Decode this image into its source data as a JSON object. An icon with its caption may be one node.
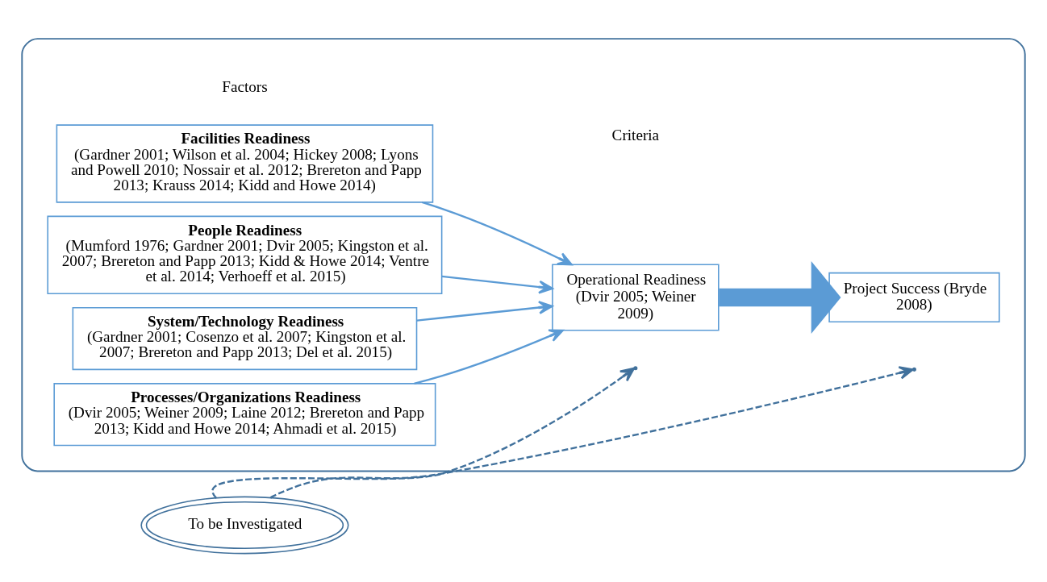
{
  "diagram": {
    "nodes": [
      {
        "text": [],
        "shape": "box"
      },
      {
        "text": [
          "Facilities Readiness",
          "(Gardner 2001; Wilson et al. 2004; Hickey 2008; Lyons and Powell 2010; Nossair et al. 2012; Brereton and Papp 2013; Krauss 2014; Kidd and Howe 2014)"
        ],
        "in": 0
      },
      {
        "text": [
          "People Readiness",
          "(Mumford 1976; Gardner 2001; Dvir 2005; Kingston et al. 2007; Brereton and Papp 2013; Kidd & Howe 2014; Ventre et al. 2014; Verhoeff et al. 2015)"
        ],
        "in": 0
      },
      {
        "text": [
          "System/Technology Readiness",
          "(Gardner 2001; Cosenzo et al. 2007; Kingston et al. 2007; Brereton and Papp 2013; Del et al. 2015)"
        ],
        "in": 0
      },
      {
        "text": [
          "Processes/Organizations Readiness",
          "(Dvir 2005; Weiner 2009; Laine 2012; Brereton and Papp 2013; Kidd and Howe 2014; Ahmadi et al. 2015)"
        ],
        "in": 0
      },
      {
        "text": [
          "Operational Readiness (Dvir 2005; Weiner 2009)"
        ],
        "in": 0
      },
      {
        "text": [
          "Project Success (Bryde 2008)"
        ],
        "in": 0
      },
      {
        "text": [
          "To be Investigated"
        ]
      }
    ],
    "edges": [
      {
        "from": 1,
        "to": 5,
        "arrow": "to"
      },
      {
        "from": 2,
        "to": 5,
        "arrow": "to"
      },
      {
        "from": 3,
        "to": 5,
        "arrow": "to"
      },
      {
        "from": 4,
        "to": 5,
        "arrow": "to"
      },
      {
        "from": 5,
        "to": 6,
        "arrow": "to",
        "style": "thick"
      },
      {
        "from": 7,
        "to": null,
        "arrow": "to",
        "style": "dashed",
        "color": "#41719c"
      },
      {
        "from": 7,
        "to": null,
        "arrow": "to",
        "style": "dashed",
        "color": "#41719c"
      }
    ],
    "labels": [
      "Factors",
      "Criteria"
    ]
  }
}
